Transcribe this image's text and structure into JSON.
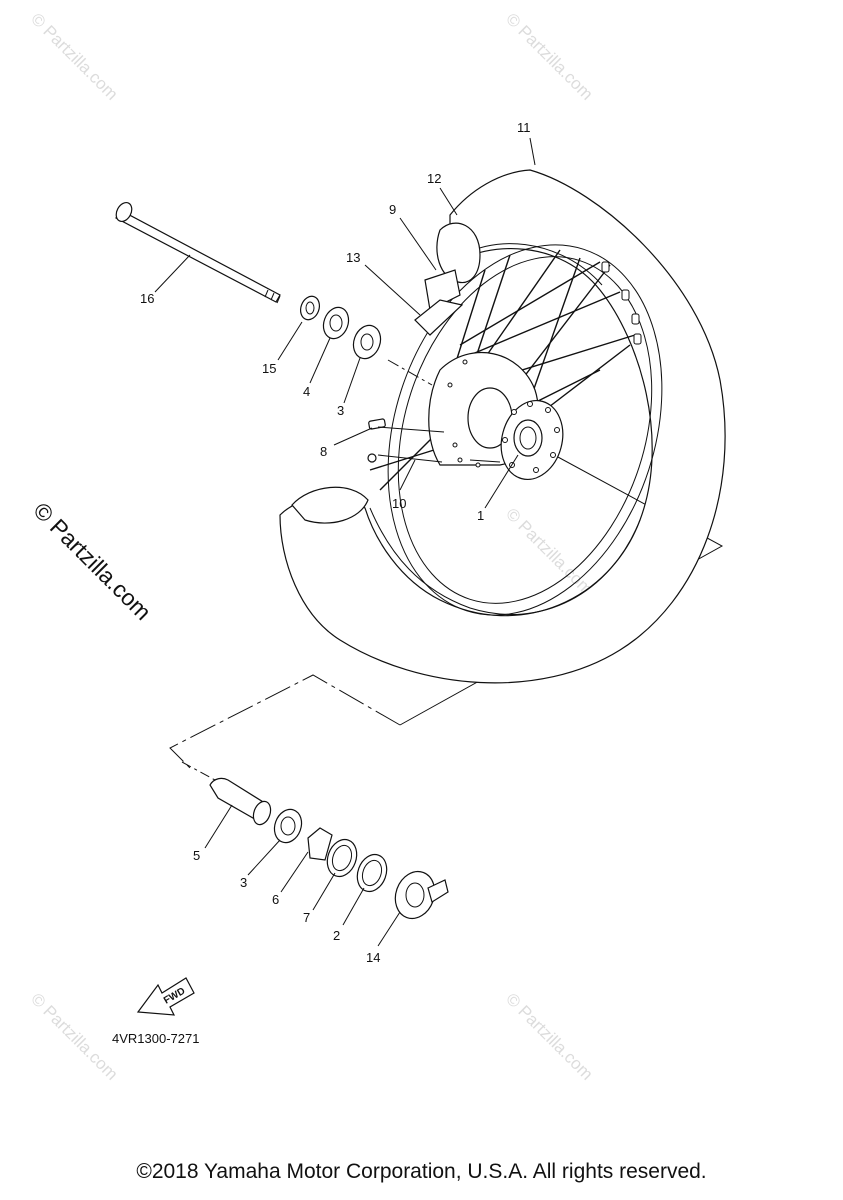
{
  "diagram_code": "4VR1300-7271",
  "copyright": "©2018 Yamaha Motor Corporation, U.S.A. All rights reserved.",
  "watermark": "© Partzilla.com",
  "fwd_label": "FWD",
  "callouts": {
    "c1": "1",
    "c2": "2",
    "c3a": "3",
    "c3b": "3",
    "c4": "4",
    "c5": "5",
    "c6": "6",
    "c7": "7",
    "c8": "8",
    "c9": "9",
    "c10": "10",
    "c11": "11",
    "c12": "12",
    "c13": "13",
    "c14": "14",
    "c15": "15",
    "c16": "16"
  }
}
